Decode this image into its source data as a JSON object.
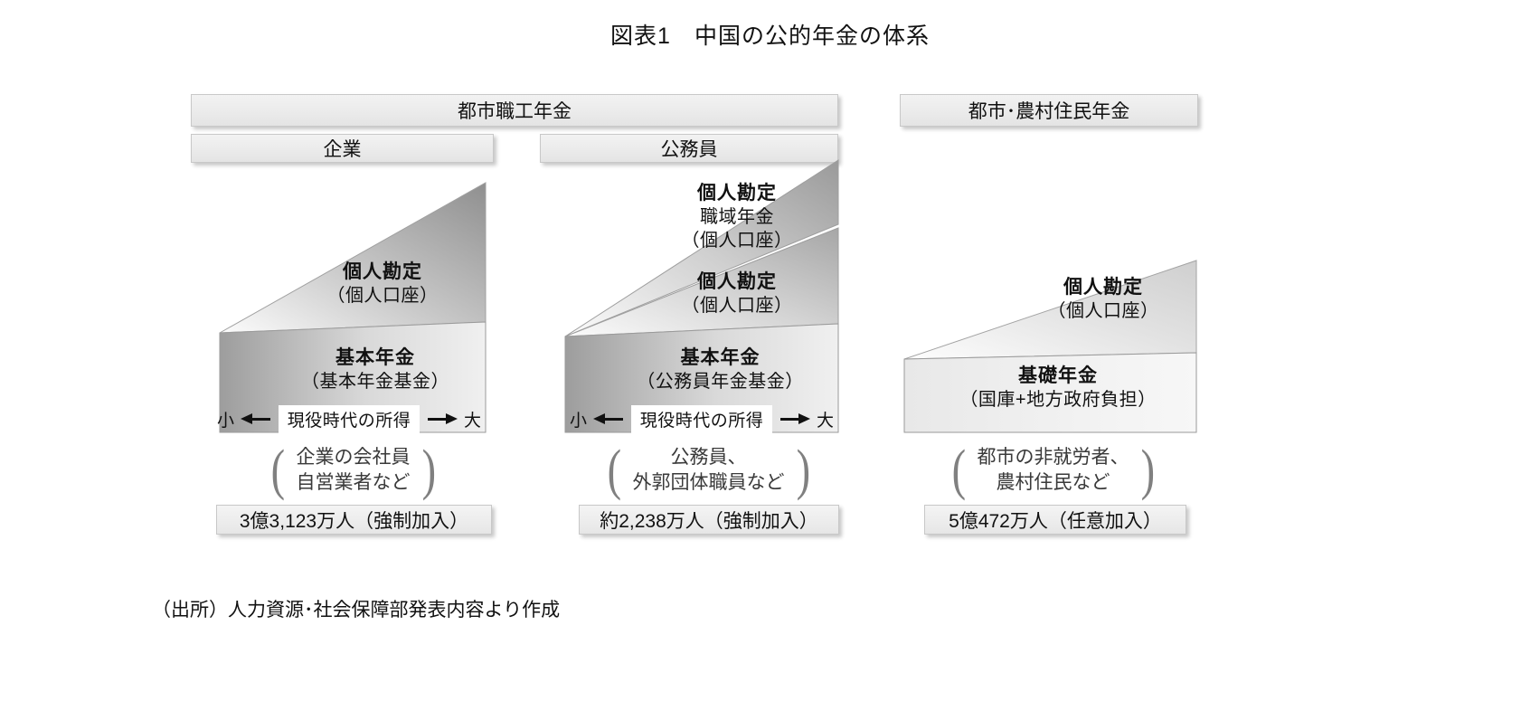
{
  "figure": {
    "title": "図表1　中国の公的年金の体系",
    "source": "（出所）人力資源･社会保障部発表内容より作成"
  },
  "headers": {
    "urban_worker": "都市職工年金",
    "enterprise": "企業",
    "civil_servant": "公務員",
    "resident": "都市･農村住民年金"
  },
  "columns": [
    {
      "key": "enterprise",
      "layers": [
        {
          "l1": "個人勘定",
          "l2": "（個人口座）",
          "l3": ""
        },
        {
          "l1": "基本年金",
          "l2": "（基本年金基金）",
          "l3": ""
        }
      ],
      "axis": {
        "small": "小",
        "label": "現役時代の所得",
        "large": "大"
      },
      "bracket": {
        "open": "(",
        "close": ")",
        "line1": "企業の会社員",
        "line2": "自営業者など"
      },
      "count": "3億3,123万人（強制加入）"
    },
    {
      "key": "civil_servant",
      "layers": [
        {
          "l1": "個人勘定",
          "l2": "職域年金",
          "l3": "（個人口座）"
        },
        {
          "l1": "個人勘定",
          "l2": "（個人口座）",
          "l3": ""
        },
        {
          "l1": "基本年金",
          "l2": "（公務員年金基金）",
          "l3": ""
        }
      ],
      "axis": {
        "small": "小",
        "label": "現役時代の所得",
        "large": "大"
      },
      "bracket": {
        "open": "(",
        "close": ")",
        "line1": "公務員、",
        "line2": "外郭団体職員など"
      },
      "count": "約2,238万人（強制加入）"
    },
    {
      "key": "resident",
      "layers": [
        {
          "l1": "個人勘定",
          "l2": "（個人口座）",
          "l3": ""
        },
        {
          "l1": "基礎年金",
          "l2": "（国庫+地方政府負担）",
          "l3": ""
        }
      ],
      "axis": null,
      "bracket": {
        "open": "(",
        "close": ")",
        "line1": "都市の非就労者、",
        "line2": "農村住民など"
      },
      "count": "5億472万人（任意加入）"
    }
  ],
  "colors": {
    "bar_fill": "#ebebeb",
    "bar_border": "#c8c8c8",
    "shape_light": "#fbfbfb",
    "shape_dark": "#9a9a9a",
    "text": "#111111",
    "bracket": "#808080"
  }
}
